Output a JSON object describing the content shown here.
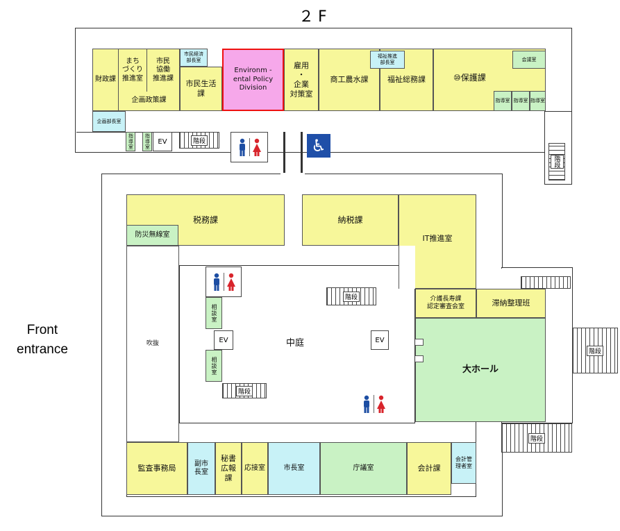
{
  "floor_label": "２F",
  "entrance_label": [
    "Front",
    "entrance"
  ],
  "colors": {
    "yellow": "#f7f79a",
    "cyan": "#c8f2f7",
    "green": "#c9f2c4",
    "pink": "#f6a8ea",
    "highlight_border": "#ee1111"
  },
  "rooms": {
    "zaisei": "財政課",
    "machizukuri": "まち\nづくり\n推進室",
    "shimin_kyodo": "市民\n協働\n推進課",
    "kikaku_seisaku": "企画政策課",
    "shimin_keizai": "市民経済\n部長室",
    "shimin_seikatsu": "市民生活\n課",
    "environment": "Environm -\nental Policy\nDivision",
    "koyo": "雇用\n・\n企業\n対策室",
    "shoko": "商工農水課",
    "fukushi_bucho": "福祉推進\n部長室",
    "fukushi_somu": "福祉総務課",
    "hogo": "⑩保護課",
    "kaigi1": "会議室",
    "kaigi_small_a": "指導室",
    "kaigi_small_b": "指導室",
    "kaigi_small_c": "指導室",
    "kikaku_bucho": "企画部長室",
    "soumu_small1": "指導室",
    "soumu_small2": "指導室",
    "zeimu": "税務課",
    "bousai": "防災無線室",
    "nouzei": "納税課",
    "it": "IT推進室",
    "kaigo": "介護長寿課\n認定審査会室",
    "tainou": "滞納整理班",
    "fukinuke": "吹抜",
    "soudan1": "相談室",
    "soudan2": "相談室",
    "nakaniwa": "中庭",
    "dai_hall": "大ホール",
    "kansa": "監査事務局",
    "fuku_shicho": "副市\n長室",
    "hisho": "秘書\n広報\n課",
    "ousetsu": "応接室",
    "shicho": "市長室",
    "chogi": "庁議室",
    "kaikei": "会計課",
    "kaikei_kanrisha": "会計管\n理者室"
  },
  "labels": {
    "stairs": "階段",
    "ev": "EV",
    "accessible_icon": "♿"
  }
}
